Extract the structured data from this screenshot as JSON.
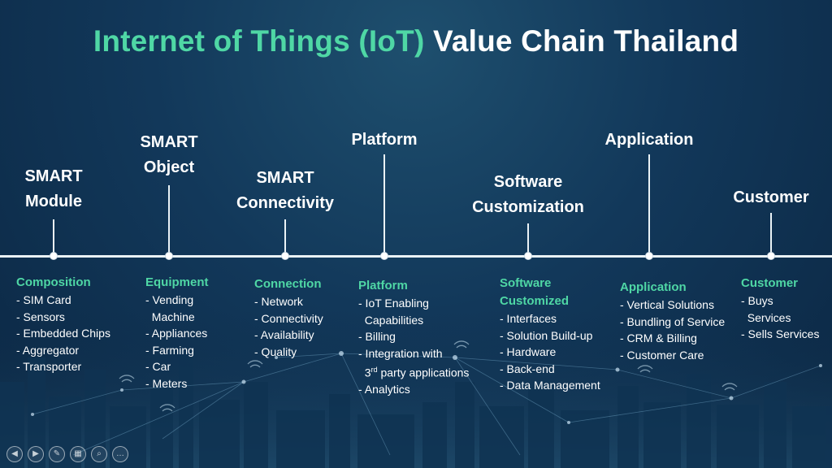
{
  "title": {
    "accent": "Internet of Things (IoT)",
    "rest": "Value Chain Thailand"
  },
  "stages": [
    {
      "lines": [
        "SMART",
        "Module"
      ]
    },
    {
      "lines": [
        "SMART",
        "Object"
      ]
    },
    {
      "lines": [
        "SMART",
        "Connectivity"
      ]
    },
    {
      "lines": [
        "Platform"
      ]
    },
    {
      "lines": [
        "Software",
        "Customization"
      ]
    },
    {
      "lines": [
        "Application"
      ]
    },
    {
      "lines": [
        "Customer"
      ]
    }
  ],
  "columns": [
    {
      "heading": [
        "Composition"
      ],
      "items": [
        "- SIM Card",
        "- Sensors",
        "- Embedded Chips",
        "- Aggregator",
        "- Transporter"
      ]
    },
    {
      "heading": [
        "Equipment"
      ],
      "items": [
        "- Vending",
        "  Machine",
        "- Appliances",
        "- Farming",
        "- Car",
        "- Meters"
      ]
    },
    {
      "heading": [
        "Connection"
      ],
      "items": [
        "- Network",
        "- Connectivity",
        "- Availability",
        "- Quality"
      ]
    },
    {
      "heading": [
        "Platform"
      ],
      "items": [
        "- IoT Enabling",
        "  Capabilities",
        "- Billing",
        "- Integration with",
        "  3rd party applications",
        "- Analytics"
      ]
    },
    {
      "heading": [
        "Software",
        "Customized"
      ],
      "items": [
        "- Interfaces",
        "- Solution Build-up",
        "- Hardware",
        "- Back-end",
        "- Data Management"
      ]
    },
    {
      "heading": [
        "Application"
      ],
      "items": [
        "- Vertical Solutions",
        "- Bundling of Service",
        "- CRM & Billing",
        "- Customer Care"
      ]
    },
    {
      "heading": [
        "Customer"
      ],
      "items": [
        "- Buys",
        "  Services",
        "- Sells Services"
      ]
    }
  ],
  "nav": {
    "icons": [
      "prev-icon",
      "next-icon",
      "pen-icon",
      "slides-grid-icon",
      "zoom-icon",
      "more-icon"
    ],
    "glyphs": [
      "◀",
      "▶",
      "✎",
      "▦",
      "⌕",
      "…"
    ]
  },
  "colors": {
    "accent": "#4fd7a5",
    "background": "#12385a",
    "text": "#ffffff"
  }
}
